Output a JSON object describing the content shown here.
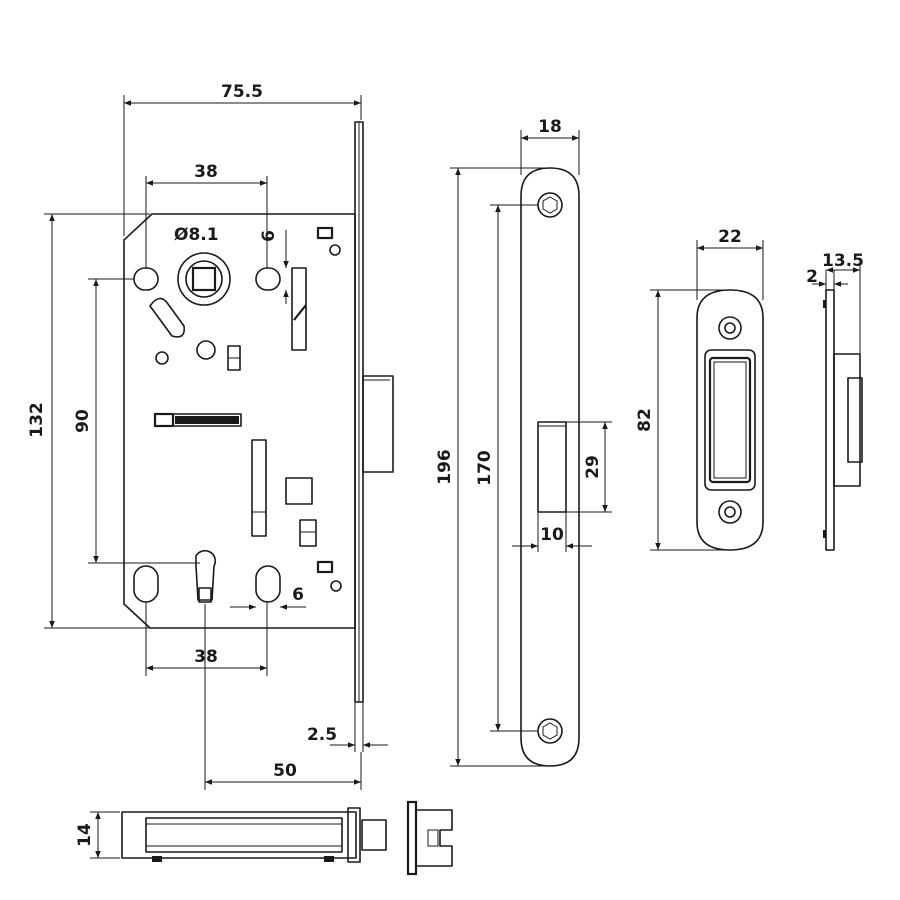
{
  "lock_body": {
    "backset_width": "75.5",
    "hole_spacing_top": "38",
    "handle_hole": "Ø8.1",
    "slot_width_top": "6",
    "body_height": "132",
    "center_distance": "90",
    "hole_spacing_bottom": "38",
    "slot_width_bottom": "6",
    "faceplate_thickness": "2.5",
    "backset": "50"
  },
  "faceplate": {
    "width": "18",
    "length": "196",
    "screw_spacing": "170",
    "latch_height": "29",
    "latch_width": "10"
  },
  "strike_plate": {
    "width": "22",
    "height": "82"
  },
  "strike_side": {
    "thickness": "2",
    "depth": "13.5"
  },
  "bottom_view": {
    "thickness": "14"
  }
}
